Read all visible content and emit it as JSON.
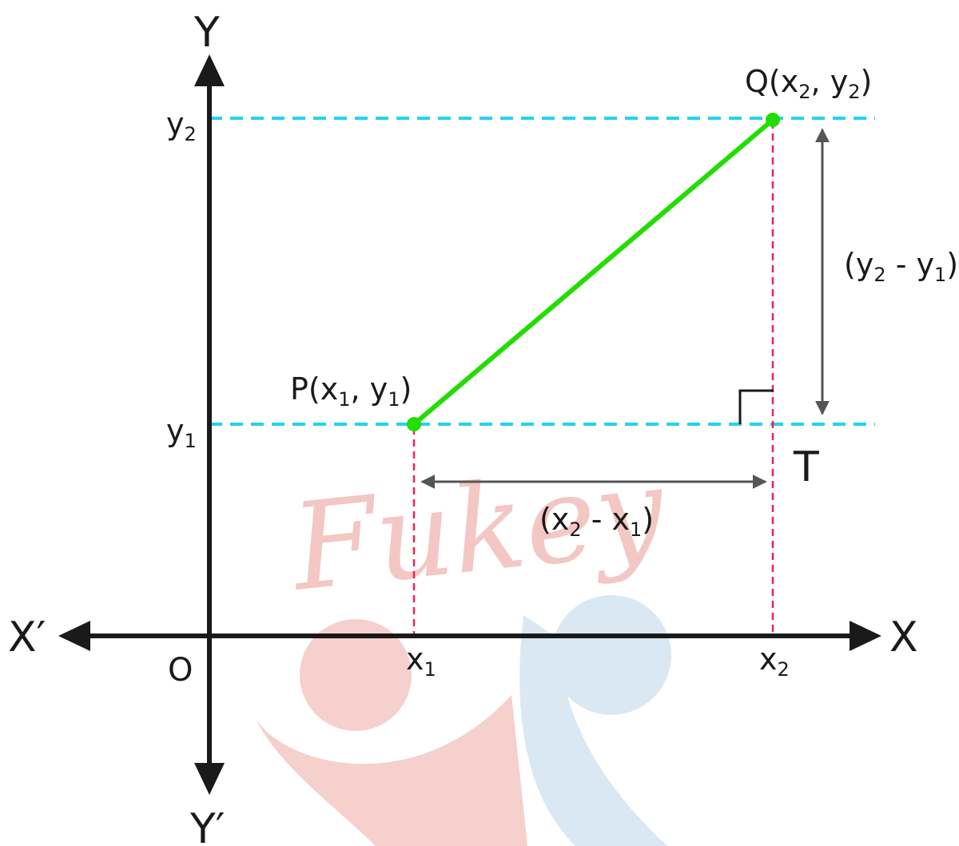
{
  "watermark": {
    "text": "Fukey",
    "colors": {
      "red": "#f4cbc7",
      "blue": "#d6e6f2"
    }
  },
  "axes": {
    "y_top": "Y",
    "y_bottom": "Y′",
    "x_left": "X′",
    "x_right": "X",
    "origin": "O"
  },
  "ticks": {
    "y2": {
      "base": "y",
      "sub": "2"
    },
    "y1": {
      "base": "y",
      "sub": "1"
    },
    "x1": {
      "base": "x",
      "sub": "1"
    },
    "x2": {
      "base": "x",
      "sub": "2"
    }
  },
  "points": {
    "P": {
      "name": "P",
      "x": "x",
      "x_sub": "1",
      "y": "y",
      "y_sub": "1"
    },
    "Q": {
      "name": "Q",
      "x": "x",
      "x_sub": "2",
      "y": "y",
      "y_sub": "2"
    },
    "T": {
      "name": "T"
    }
  },
  "differences": {
    "vertical": {
      "a": "y",
      "a_sub": "2",
      "b": "y",
      "b_sub": "1",
      "sep": " - "
    },
    "horizontal": {
      "a": "x",
      "a_sub": "2",
      "b": "x",
      "b_sub": "1",
      "sep": " - "
    }
  },
  "colors": {
    "axis": "#1a1a1a",
    "segment": "#22dd00",
    "cyan_dash": "#22d3ee",
    "red_dash": "#ee2255",
    "arrow": "#555555"
  }
}
